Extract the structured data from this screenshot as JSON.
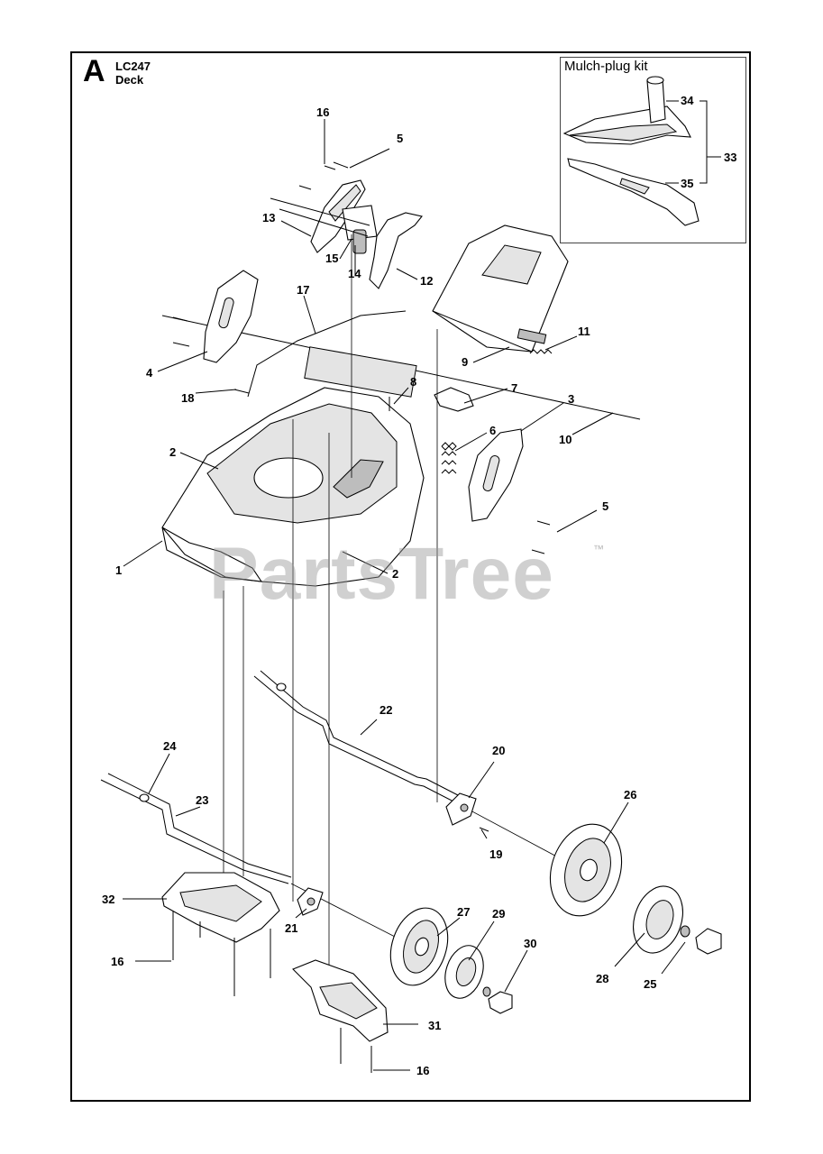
{
  "header": {
    "section_letter": "A",
    "model": "LC247",
    "assembly": "Deck"
  },
  "inset": {
    "title": "Mulch-plug kit"
  },
  "watermark": {
    "text": "PartsTree",
    "trademark": "™"
  },
  "callouts": [
    {
      "id": "c1",
      "label": "1"
    },
    {
      "id": "c2a",
      "label": "2"
    },
    {
      "id": "c2b",
      "label": "2"
    },
    {
      "id": "c3",
      "label": "3"
    },
    {
      "id": "c4",
      "label": "4"
    },
    {
      "id": "c5a",
      "label": "5"
    },
    {
      "id": "c5b",
      "label": "5"
    },
    {
      "id": "c6",
      "label": "6"
    },
    {
      "id": "c7",
      "label": "7"
    },
    {
      "id": "c8",
      "label": "8"
    },
    {
      "id": "c9",
      "label": "9"
    },
    {
      "id": "c10",
      "label": "10"
    },
    {
      "id": "c11",
      "label": "11"
    },
    {
      "id": "c12",
      "label": "12"
    },
    {
      "id": "c13",
      "label": "13"
    },
    {
      "id": "c14",
      "label": "14"
    },
    {
      "id": "c15",
      "label": "15"
    },
    {
      "id": "c16a",
      "label": "16"
    },
    {
      "id": "c16b",
      "label": "16"
    },
    {
      "id": "c16c",
      "label": "16"
    },
    {
      "id": "c17",
      "label": "17"
    },
    {
      "id": "c18",
      "label": "18"
    },
    {
      "id": "c19",
      "label": "19"
    },
    {
      "id": "c20",
      "label": "20"
    },
    {
      "id": "c21",
      "label": "21"
    },
    {
      "id": "c22",
      "label": "22"
    },
    {
      "id": "c23",
      "label": "23"
    },
    {
      "id": "c24",
      "label": "24"
    },
    {
      "id": "c25",
      "label": "25"
    },
    {
      "id": "c26",
      "label": "26"
    },
    {
      "id": "c27",
      "label": "27"
    },
    {
      "id": "c28",
      "label": "28"
    },
    {
      "id": "c29",
      "label": "29"
    },
    {
      "id": "c30",
      "label": "30"
    },
    {
      "id": "c31",
      "label": "31"
    },
    {
      "id": "c32",
      "label": "32"
    },
    {
      "id": "c33",
      "label": "33"
    },
    {
      "id": "c34",
      "label": "34"
    },
    {
      "id": "c35",
      "label": "35"
    }
  ]
}
